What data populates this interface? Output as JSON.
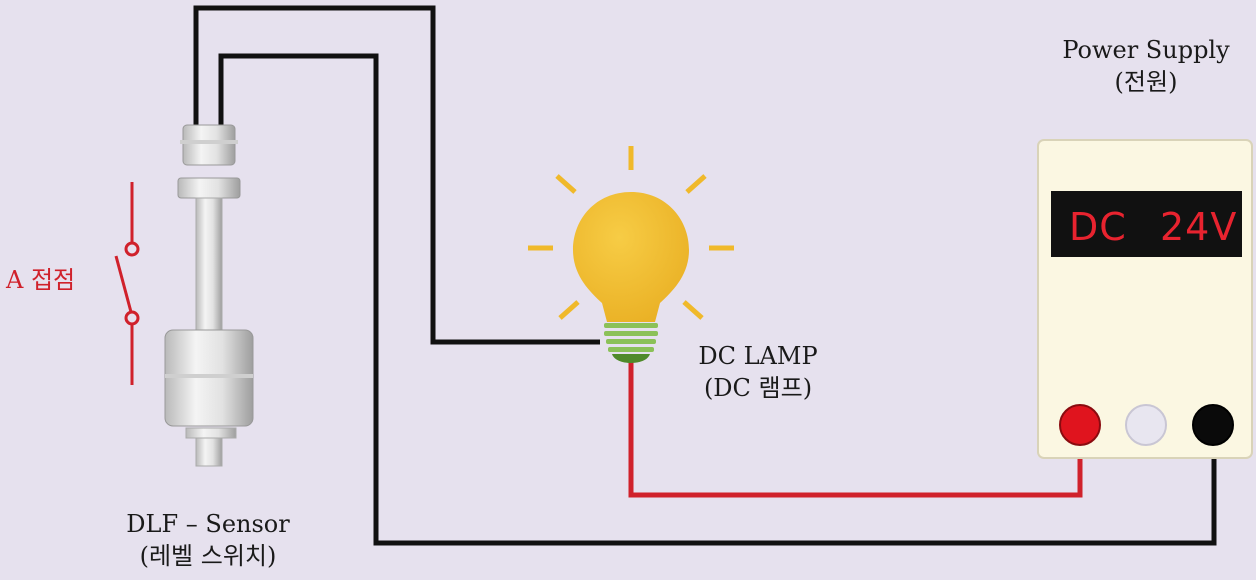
{
  "labels": {
    "power_supply": "Power Supply",
    "power_supply_ko": "(전원)",
    "dc_lamp": "DC LAMP",
    "dc_lamp_ko": "(DC 램프)",
    "sensor": "DLF – Sensor",
    "sensor_ko": "(레벨 스위치)",
    "contact": "A 접점"
  },
  "display": {
    "mode": "DC",
    "voltage": "24V"
  },
  "colors": {
    "background": "#e6e1ee",
    "wire_black": "#111111",
    "wire_red": "#d0212b",
    "lamp_bulb": "#f0b92a",
    "lamp_base": "#7ab34a",
    "psu_body": "#fbf7e2",
    "display_bg": "#111111",
    "display_text": "#e8232f",
    "terminal_positive": "#e0141e",
    "terminal_neutral": "#e8e6f0",
    "terminal_negative": "#0a0a0a"
  }
}
